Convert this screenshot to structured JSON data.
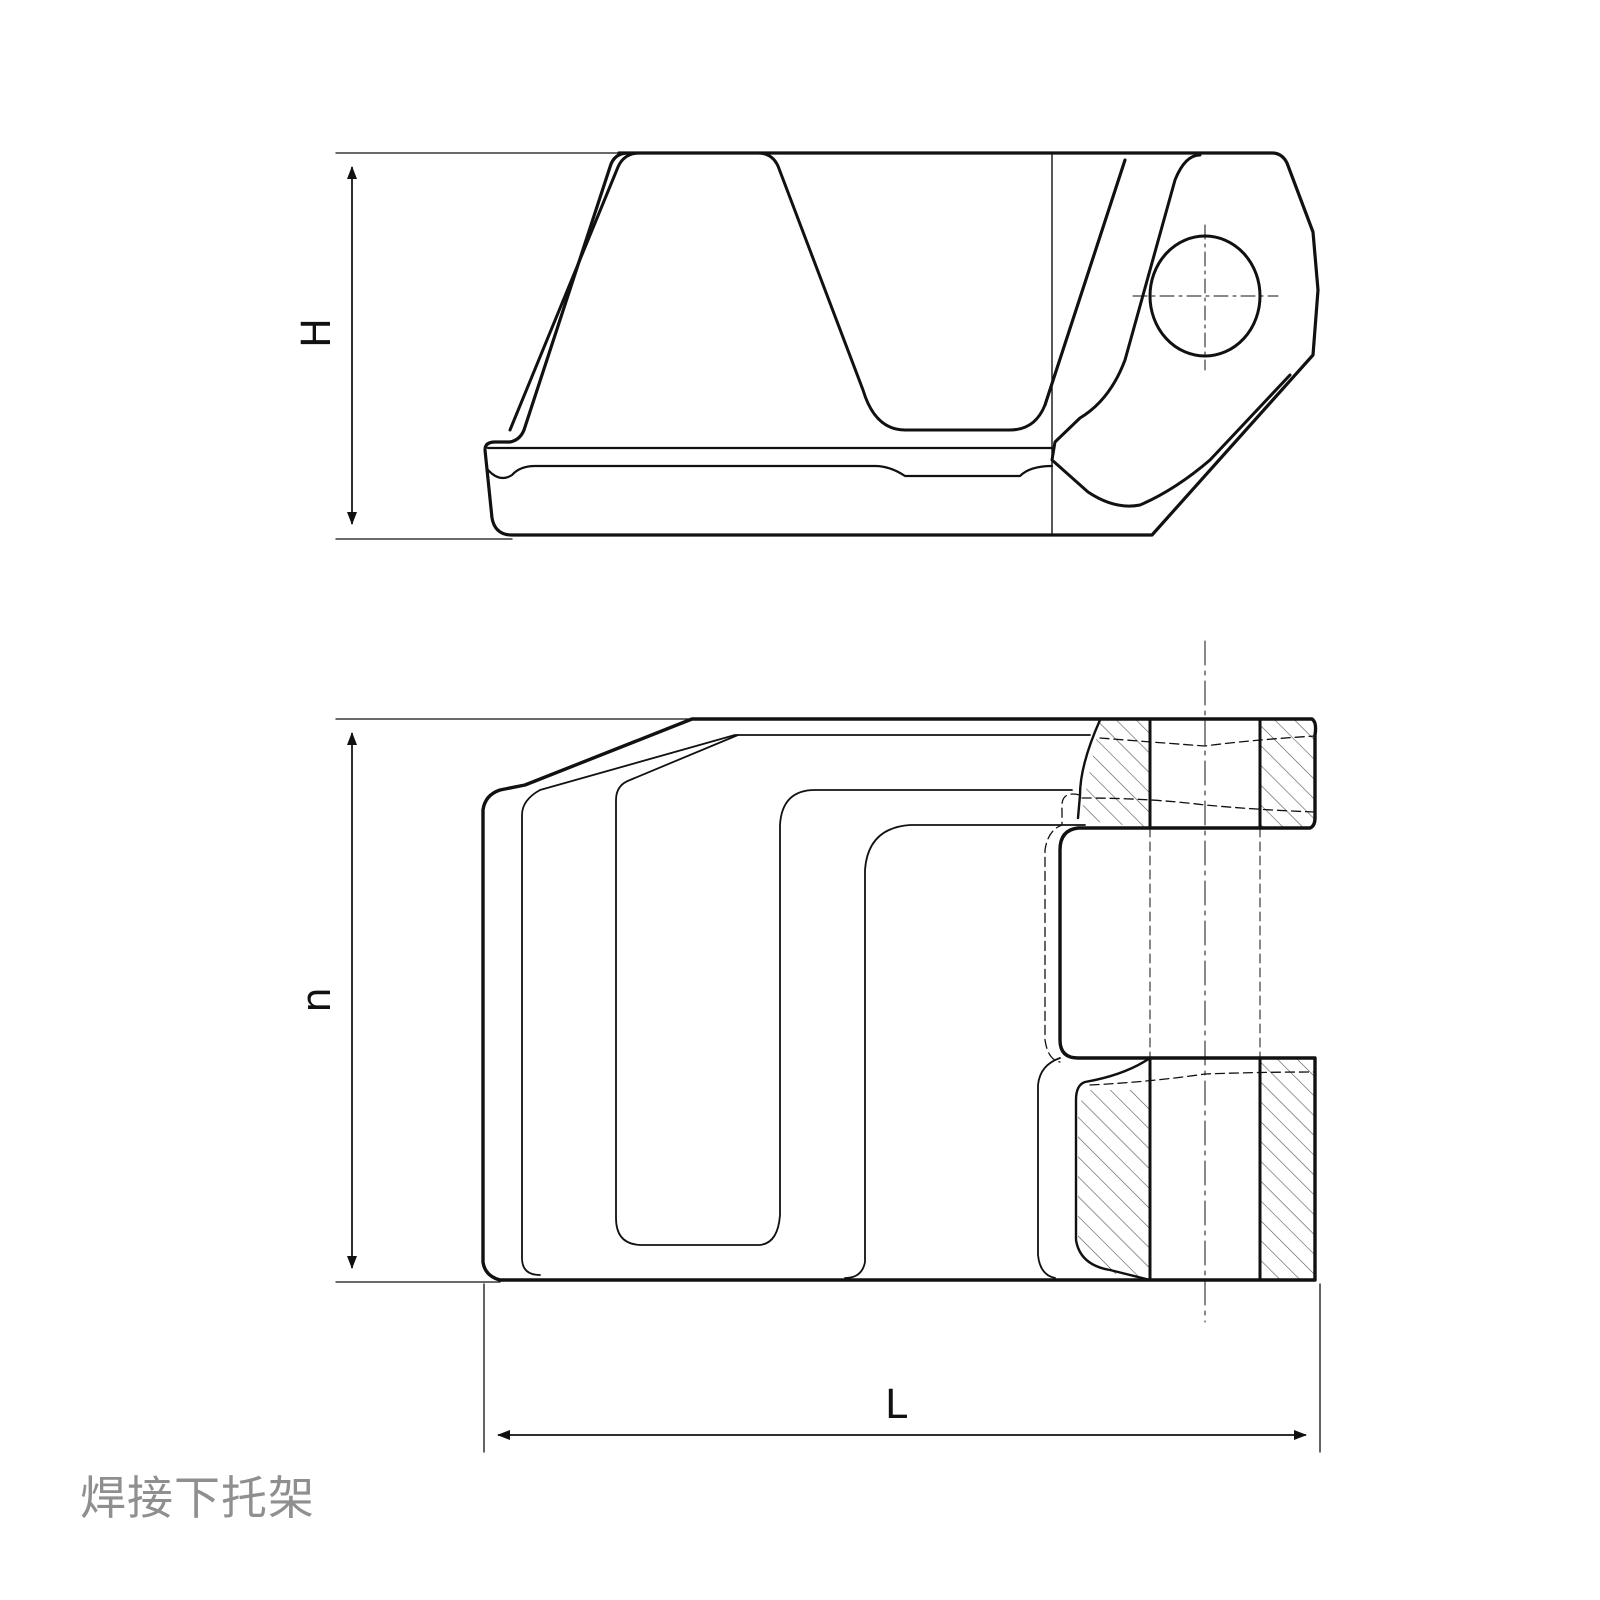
{
  "drawing": {
    "side_view": {
      "height_label": "H"
    },
    "front_view": {
      "height_label": "n",
      "length_label": "L"
    }
  },
  "caption": "焊接下托架",
  "colors": {
    "line": "#111111",
    "hatch": "#555555",
    "caption": "#8f8f8f"
  }
}
